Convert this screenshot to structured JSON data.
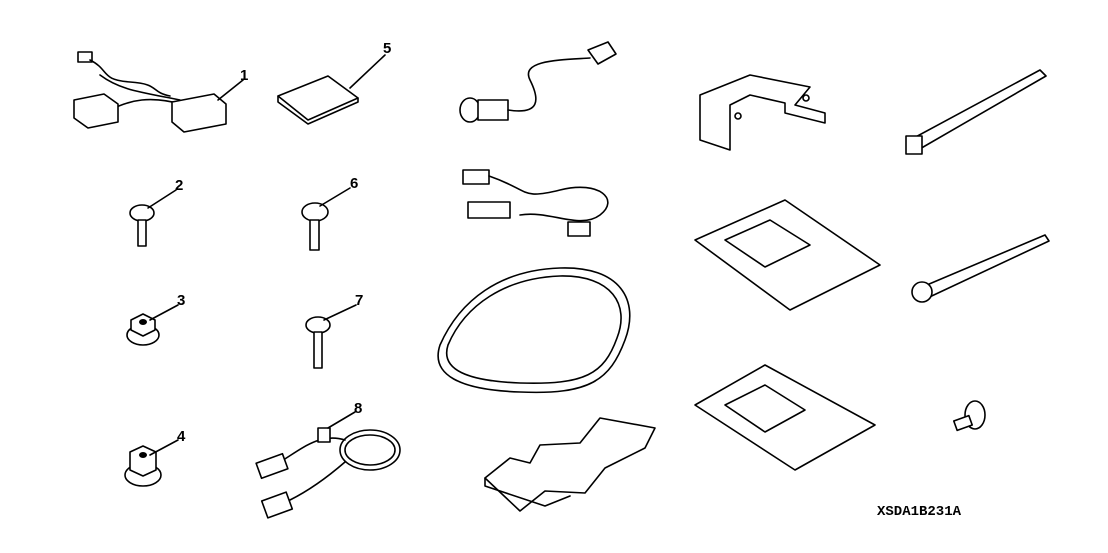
{
  "callouts": [
    "1",
    "2",
    "3",
    "4",
    "5",
    "6",
    "7",
    "8"
  ],
  "diagram_code": "XSDA1B231A"
}
